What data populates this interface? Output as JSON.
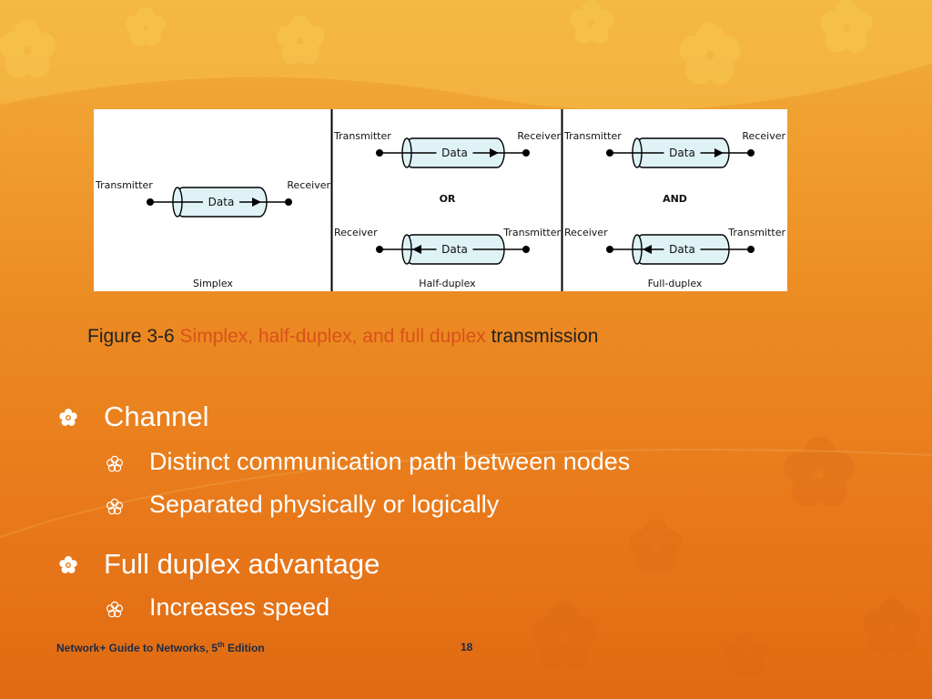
{
  "figure": {
    "panels": [
      {
        "label": "Simplex",
        "rows": [
          {
            "left": "Transmitter",
            "right": "Receiver",
            "pipe": "Data",
            "dir": "right"
          }
        ],
        "connector": ""
      },
      {
        "label": "Half-duplex",
        "rows": [
          {
            "left": "Transmitter",
            "right": "Receiver",
            "pipe": "Data",
            "dir": "right"
          },
          {
            "left": "Receiver",
            "right": "Transmitter",
            "pipe": "Data",
            "dir": "left"
          }
        ],
        "connector": "OR"
      },
      {
        "label": "Full-duplex",
        "rows": [
          {
            "left": "Transmitter",
            "right": "Receiver",
            "pipe": "Data",
            "dir": "right"
          },
          {
            "left": "Receiver",
            "right": "Transmitter",
            "pipe": "Data",
            "dir": "left"
          }
        ],
        "connector": "AND"
      }
    ]
  },
  "caption": {
    "prefix": "Figure 3-6 ",
    "highlight": "Simplex, half-duplex, and full duplex",
    "suffix": " transmission"
  },
  "bullets": [
    {
      "text": "Channel",
      "sub": [
        "Distinct communication path between nodes",
        "Separated physically or logically"
      ]
    },
    {
      "text": "Full duplex advantage",
      "sub": [
        "Increases speed"
      ]
    }
  ],
  "footer": {
    "title_pre": "Network+ Guide to Networks, 5",
    "title_sup": "th",
    "title_post": " Edition",
    "page": "18"
  },
  "colors": {
    "caption_highlight": "#d8521a",
    "footer_text": "#1d2a44",
    "bullet_text": "#ffffff"
  },
  "icons": {
    "level1": "flower-bullet-icon",
    "level2": "flower-outline-bullet-icon"
  }
}
